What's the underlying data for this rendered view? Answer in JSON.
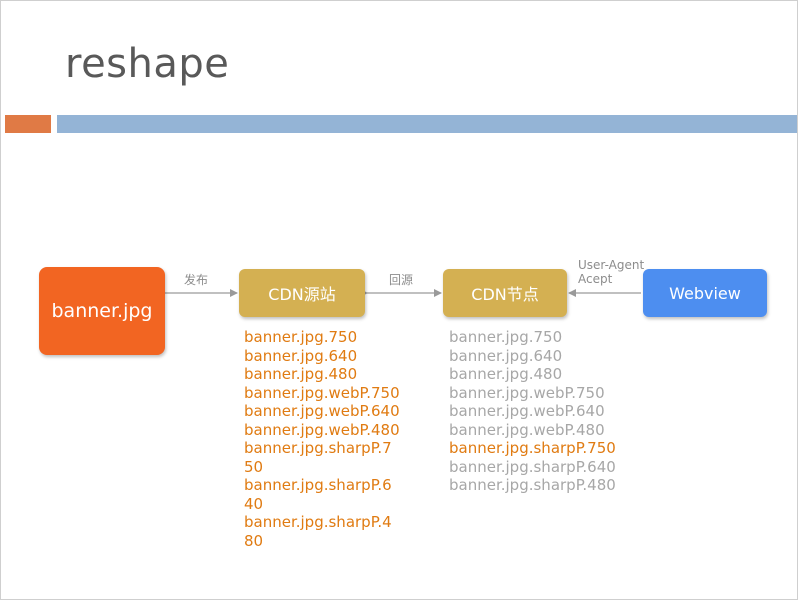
{
  "slide": {
    "title": "reshape"
  },
  "nodes": {
    "banner": "banner.jpg",
    "origin": "CDN源站",
    "edge": "CDN节点",
    "webview": "Webview"
  },
  "edges": {
    "publish": "发布",
    "back_to_origin": "回源",
    "user_agent_line1": "User-Agent",
    "user_agent_line2": "Acept"
  },
  "origin_files": [
    "banner.jpg.750",
    "banner.jpg.640",
    "banner.jpg.480",
    "banner.jpg.webP.750",
    "banner.jpg.webP.640",
    "banner.jpg.webP.480",
    "banner.jpg.sharpP.750",
    "banner.jpg.sharpP.640",
    "banner.jpg.sharpP.480"
  ],
  "edge_files": [
    "banner.jpg.750",
    "banner.jpg.640",
    "banner.jpg.480",
    "banner.jpg.webP.750",
    "banner.jpg.webP.640",
    "banner.jpg.webP.480",
    "banner.jpg.sharpP.750",
    "banner.jpg.sharpP.640",
    "banner.jpg.sharpP.480"
  ],
  "edge_highlighted_file": "banner.jpg.sharpP.750",
  "colors": {
    "banner_node": "#f26522",
    "cdn_node": "#d4b052",
    "webview_node": "#4d8ef0",
    "highlight_text": "#e07b12",
    "muted_text": "#a7a7a7"
  }
}
